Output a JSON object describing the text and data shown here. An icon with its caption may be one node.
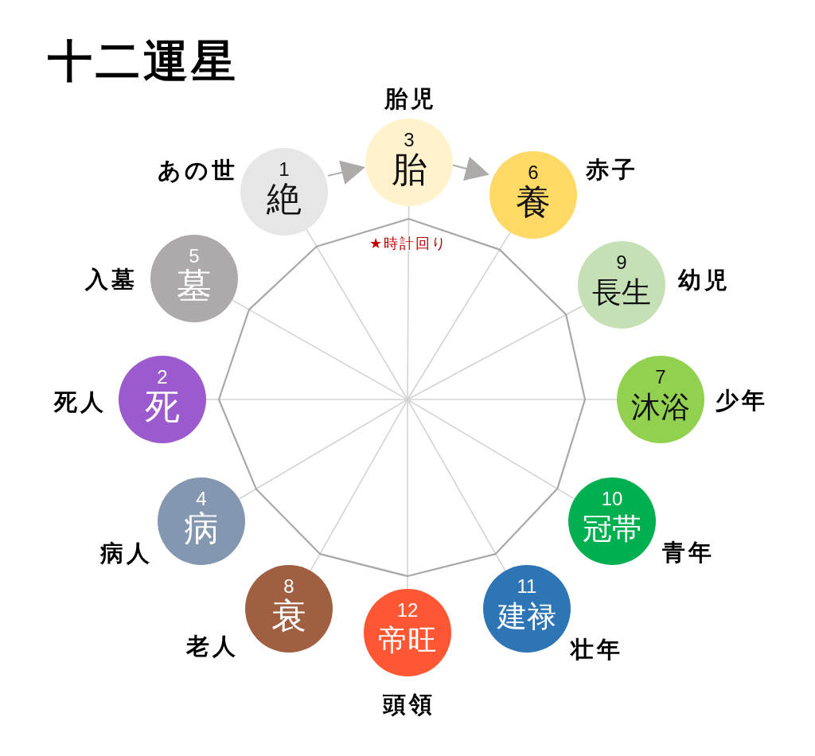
{
  "diagram": {
    "title": "十二運星",
    "nodes": [
      {
        "text": [
          "1",
          "絶"
        ],
        "beside": [
          "あの世"
        ]
      },
      {
        "text": [
          "3",
          "胎"
        ],
        "beside": [
          "胎児"
        ]
      },
      {
        "text": [
          "6",
          "養"
        ],
        "beside": [
          "赤子"
        ]
      },
      {
        "text": [
          "9",
          "長生"
        ],
        "beside": [
          "幼児"
        ]
      },
      {
        "text": [
          "7",
          "沐浴"
        ],
        "beside": [
          "少年"
        ]
      },
      {
        "text": [
          "10",
          "冠帯"
        ],
        "beside": [
          "青年"
        ]
      },
      {
        "text": [
          "11",
          "建禄"
        ],
        "beside": [
          "壮年"
        ]
      },
      {
        "text": [
          "12",
          "帝旺"
        ],
        "beside": [
          "頭領"
        ]
      },
      {
        "text": [
          "8",
          "衰"
        ],
        "beside": [
          "老人"
        ]
      },
      {
        "text": [
          "4",
          "病"
        ],
        "beside": [
          "病人"
        ]
      },
      {
        "text": [
          "2",
          "死"
        ],
        "beside": [
          "死人"
        ]
      },
      {
        "text": [
          "5",
          "墓"
        ],
        "beside": [
          "入墓"
        ]
      }
    ],
    "edges": [
      {
        "from": 0,
        "to": 1,
        "arrow": "to"
      },
      {
        "from": 1,
        "to": 2,
        "arrow": "to"
      }
    ],
    "labels": [
      "★時計回り"
    ]
  }
}
